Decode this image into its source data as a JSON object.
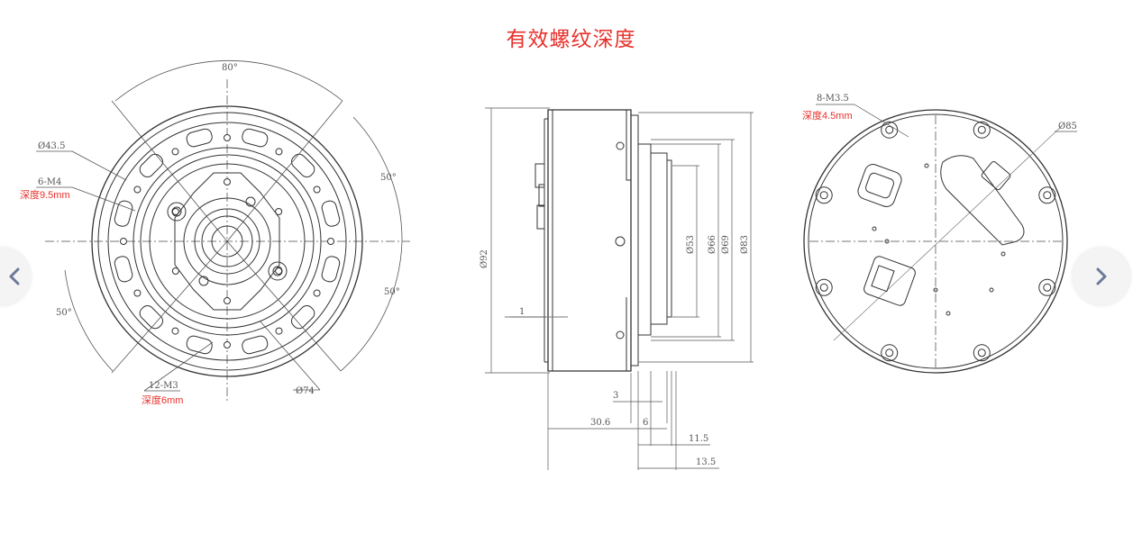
{
  "title": "有效螺纹深度",
  "colors": {
    "title": "#e8302a",
    "annotation": "#e8302a",
    "line": "#333333",
    "nav_bg": "#f4f4f4"
  },
  "nav": {
    "prev_icon": "chevron-left-icon",
    "next_icon": "chevron-right-icon"
  },
  "front_view": {
    "angle_top": "80°",
    "angle_right_upper": "50°",
    "angle_right_lower": "50°",
    "angle_left_lower": "50°",
    "dia_outer_label": "Ø43.5",
    "thread_outer": "6-M4",
    "depth_outer": "深度9.5mm",
    "thread_inner": "12-M3",
    "depth_inner": "深度6mm",
    "dia_bolt": "Ø74"
  },
  "side_view": {
    "dia_overall": "Ø92",
    "dia_53": "Ø53",
    "dia_66": "Ø66",
    "dia_69": "Ø69",
    "dia_83": "Ø83",
    "dim_1": "1",
    "dim_3": "3",
    "dim_30_6": "30.6",
    "dim_6": "6",
    "dim_11_5": "11.5",
    "dim_13_5": "13.5"
  },
  "rear_view": {
    "thread": "8-M3.5",
    "depth": "深度4.5mm",
    "dia": "Ø85"
  }
}
